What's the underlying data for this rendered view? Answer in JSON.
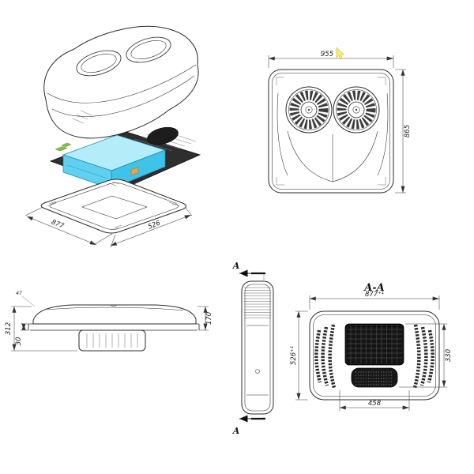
{
  "drawing": {
    "exploded_view": {
      "dim_width": "877",
      "dim_depth": "526"
    },
    "top_view": {
      "dim_width": "955",
      "dim_height": "865"
    },
    "side_view": {
      "dim_total_height": "312",
      "dim_flange": "30",
      "dim_top_height": "170",
      "dim_note": "47"
    },
    "profile_view": {
      "section_label_top": "A",
      "section_label_bottom": "A"
    },
    "section_view": {
      "title": "A-A",
      "dim_width": "877⁺¹",
      "dim_depth": "526⁺¹",
      "dim_core_height": "330",
      "dim_opening_width": "458"
    }
  },
  "colors": {
    "line": "#2b2b2b",
    "cyan_top": "#b5ecf9",
    "cyan_front": "#5fd0f0",
    "cyan_side": "#3fc3e8",
    "accent_orange": "#f2a03d",
    "accent_green": "#7dc242",
    "cursor_yellow": "#f8ef6e"
  }
}
